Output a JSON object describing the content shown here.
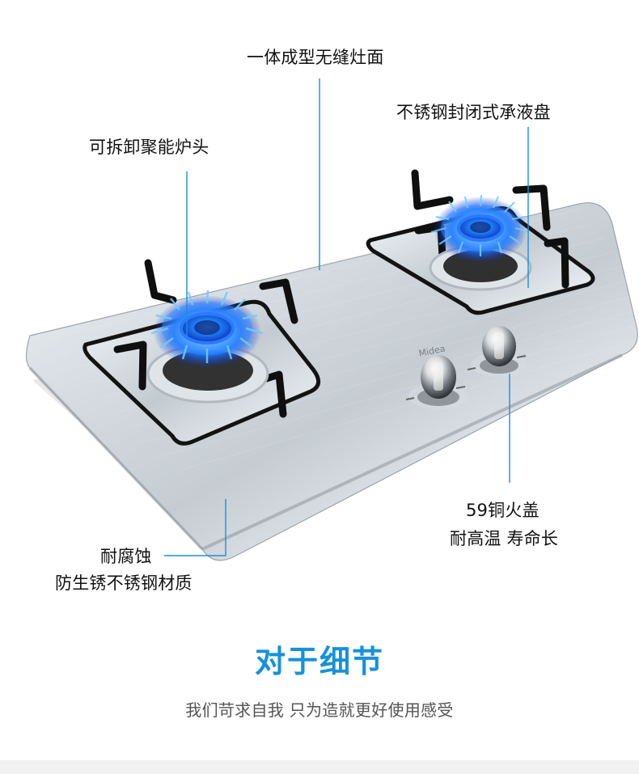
{
  "labels": {
    "top_center": "一体成型无缝灶面",
    "top_right": "不锈钢封闭式承液盘",
    "left_upper": "可拆卸聚能炉头",
    "right_lower_line1": "59铜火盖",
    "right_lower_line2": "耐高温 寿命长",
    "left_lower_line1": "耐腐蚀",
    "left_lower_line2": "防生锈不锈钢材质"
  },
  "footer": {
    "headline": "对于细节",
    "subline": "我们苛求自我 只为造就更好使用感受"
  },
  "brand": {
    "name": "Midea"
  },
  "colors": {
    "accent_blue": "#1591de",
    "leader_blue": "#1b8fe0",
    "steel_light": "#e7ecf0",
    "steel_mid": "#bcc4cb",
    "flame_blue": "#1a77ff"
  },
  "icons": {
    "left_burner": "gas-burner-icon",
    "right_burner": "gas-burner-icon",
    "knob": "control-knob-icon"
  }
}
